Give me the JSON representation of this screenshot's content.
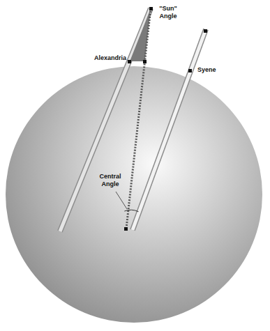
{
  "diagram": {
    "labels": [
      "\"Sun\" Angle",
      "Alexandria",
      "Syene",
      "Central Angle"
    ]
  }
}
